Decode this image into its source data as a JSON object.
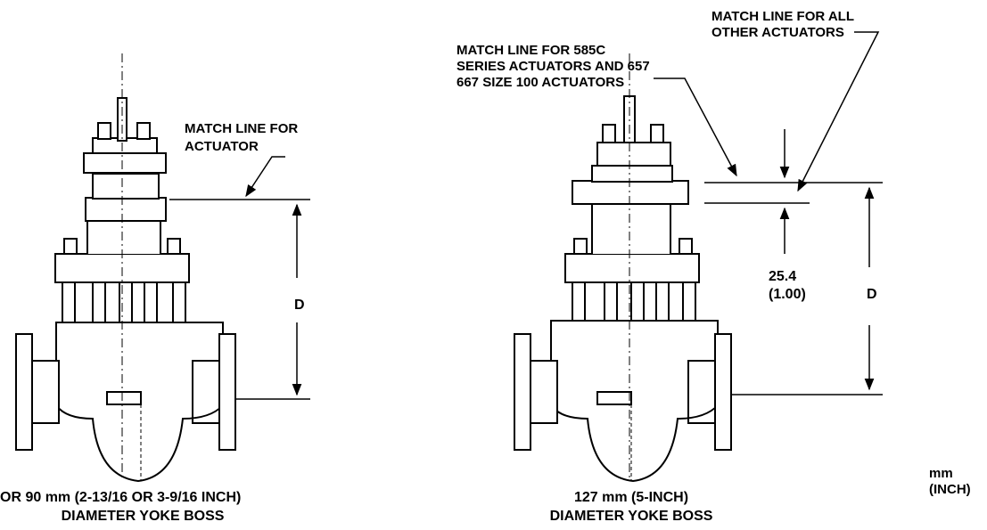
{
  "left_view": {
    "match_label_line1": "MATCH LINE FOR",
    "match_label_line2": "ACTUATOR",
    "dim_letter": "D",
    "caption_line1": "OR 90 mm (2-13/16 OR 3-9/16 INCH)",
    "caption_line2": "DIAMETER YOKE BOSS"
  },
  "right_view": {
    "match_585c_line1": "MATCH LINE FOR 585C",
    "match_585c_line2": "SERIES ACTUATORS AND 657",
    "match_585c_line3": "667 SIZE 100 ACTUATORS",
    "match_all_line1": "MATCH LINE FOR ALL",
    "match_all_line2": "OTHER ACTUATORS",
    "offset_mm": "25.4",
    "offset_inch": "(1.00)",
    "dim_letter": "D",
    "caption_line1": "127 mm (5-INCH)",
    "caption_line2": "DIAMETER YOKE BOSS"
  },
  "units_legend": {
    "line1": "mm",
    "line2": "(INCH)"
  }
}
